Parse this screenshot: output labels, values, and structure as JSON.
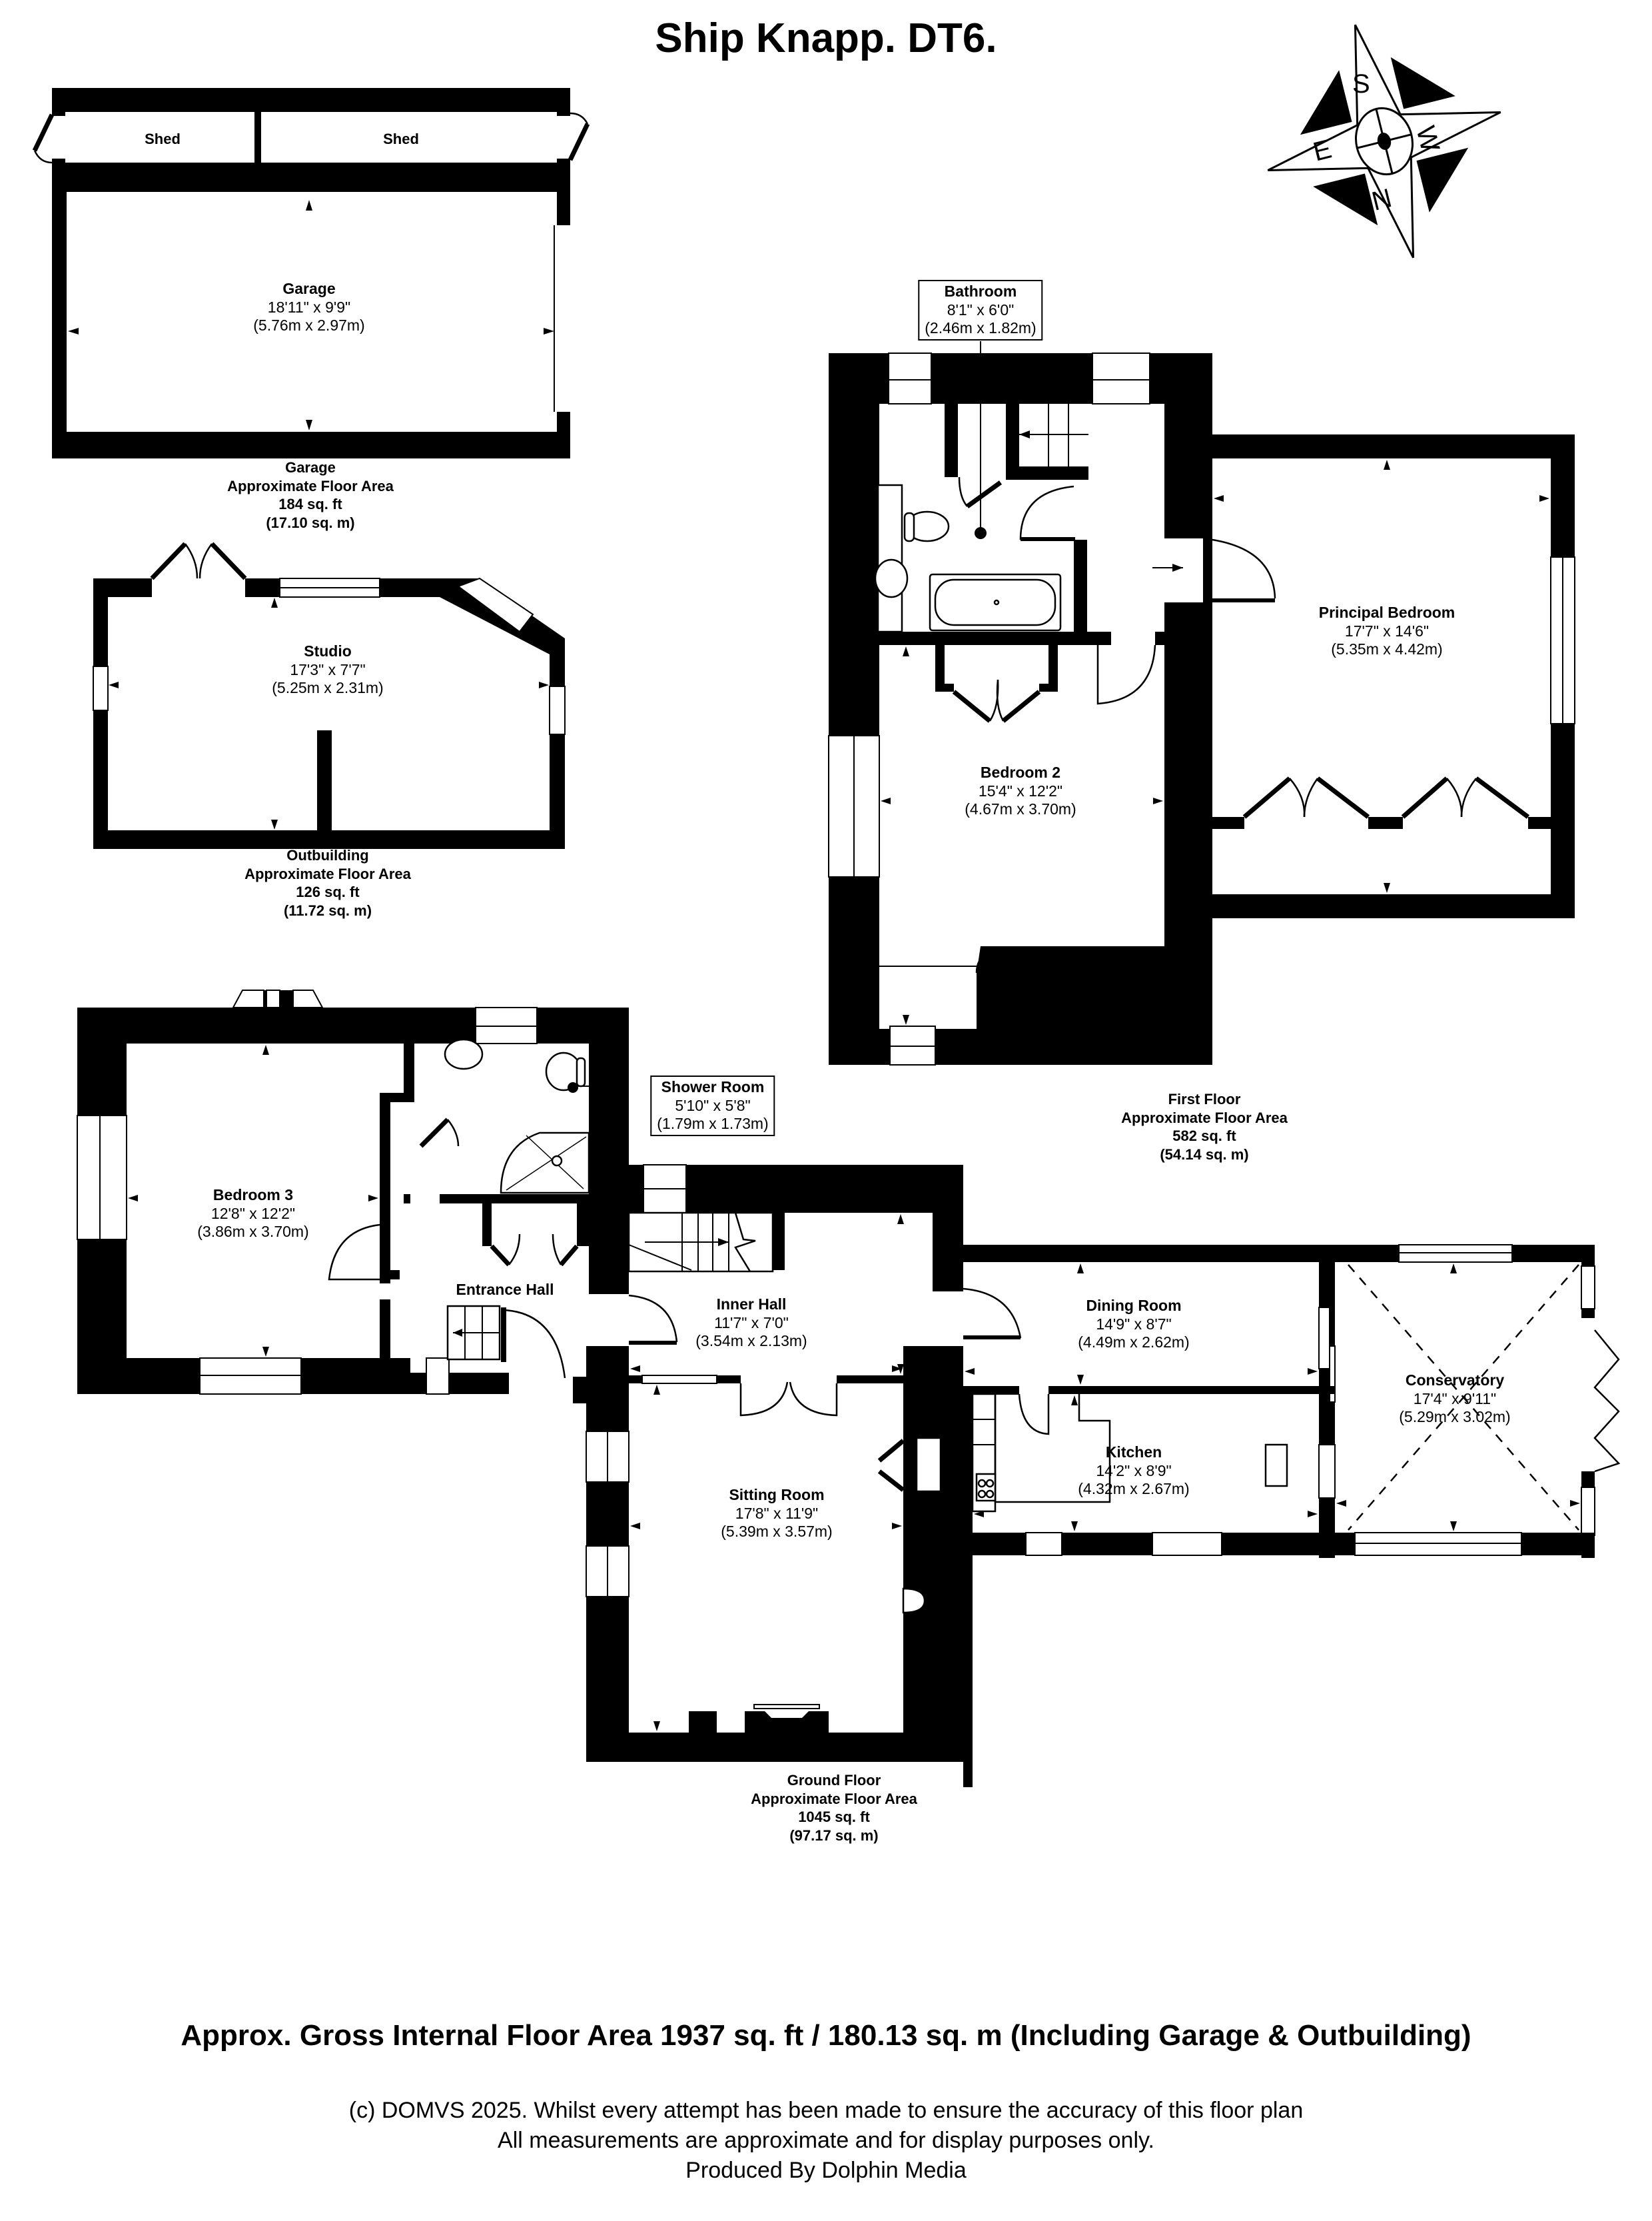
{
  "title": "Ship Knapp. DT6.",
  "compass": {
    "letters": {
      "north": "N",
      "south": "S",
      "east": "E",
      "west": "W"
    }
  },
  "outbuildings": {
    "sheds": [
      {
        "label": "Shed"
      },
      {
        "label": "Shed"
      }
    ],
    "garage_room": {
      "name": "Garage",
      "imperial": "18'11\" x 9'9\"",
      "metric": "(5.76m x 2.97m)"
    },
    "garage_area": {
      "heading": "Garage",
      "subheading": "Approximate Floor Area",
      "imperial": "184 sq. ft",
      "metric": "(17.10 sq. m)"
    },
    "studio_room": {
      "name": "Studio",
      "imperial": "17'3\" x 7'7\"",
      "metric": "(5.25m x 2.31m)"
    },
    "outbuilding_area": {
      "heading": "Outbuilding",
      "subheading": "Approximate Floor Area",
      "imperial": "126 sq. ft",
      "metric": "(11.72 sq. m)"
    }
  },
  "first_floor": {
    "rooms": {
      "bathroom": {
        "name": "Bathroom",
        "imperial": "8'1\" x 6'0\"",
        "metric": "(2.46m x 1.82m)"
      },
      "principal_bedroom": {
        "name": "Principal Bedroom",
        "imperial": "17'7\" x 14'6\"",
        "metric": "(5.35m x 4.42m)"
      },
      "bedroom_2": {
        "name": "Bedroom 2",
        "imperial": "15'4\" x 12'2\"",
        "metric": "(4.67m x 3.70m)"
      }
    },
    "area": {
      "heading": "First Floor",
      "subheading": "Approximate Floor Area",
      "imperial": "582 sq. ft",
      "metric": "(54.14 sq. m)"
    }
  },
  "ground_floor": {
    "rooms": {
      "bedroom_3": {
        "name": "Bedroom 3",
        "imperial": "12'8\" x 12'2\"",
        "metric": "(3.86m x 3.70m)"
      },
      "shower_room": {
        "name": "Shower Room",
        "imperial": "5'10\" x 5'8\"",
        "metric": "(1.79m x 1.73m)"
      },
      "entrance_hall": {
        "name": "Entrance Hall"
      },
      "inner_hall": {
        "name": "Inner Hall",
        "imperial": "11'7\" x 7'0\"",
        "metric": "(3.54m x 2.13m)"
      },
      "dining_room": {
        "name": "Dining Room",
        "imperial": "14'9\" x 8'7\"",
        "metric": "(4.49m x 2.62m)"
      },
      "conservatory": {
        "name": "Conservatory",
        "imperial": "17'4\" x 9'11\"",
        "metric": "(5.29m x 3.02m)"
      },
      "kitchen": {
        "name": "Kitchen",
        "imperial": "14'2\" x 8'9\"",
        "metric": "(4.32m x 2.67m)"
      },
      "sitting_room": {
        "name": "Sitting Room",
        "imperial": "17'8\" x 11'9\"",
        "metric": "(5.39m x 3.57m)"
      }
    },
    "area": {
      "heading": "Ground Floor",
      "subheading": "Approximate Floor Area",
      "imperial": "1045 sq. ft",
      "metric": "(97.17 sq. m)"
    }
  },
  "gross_area": "Approx. Gross Internal Floor Area 1937 sq. ft / 180.13 sq. m (Including Garage & Outbuilding)",
  "footer": {
    "line1": "(c) DOMVS 2025. Whilst every attempt has been made to ensure the accuracy of this floor plan",
    "line2": "All measurements are approximate and for display purposes only.",
    "line3": "Produced By Dolphin Media"
  },
  "colors": {
    "wall": "#000000",
    "background": "#ffffff"
  }
}
